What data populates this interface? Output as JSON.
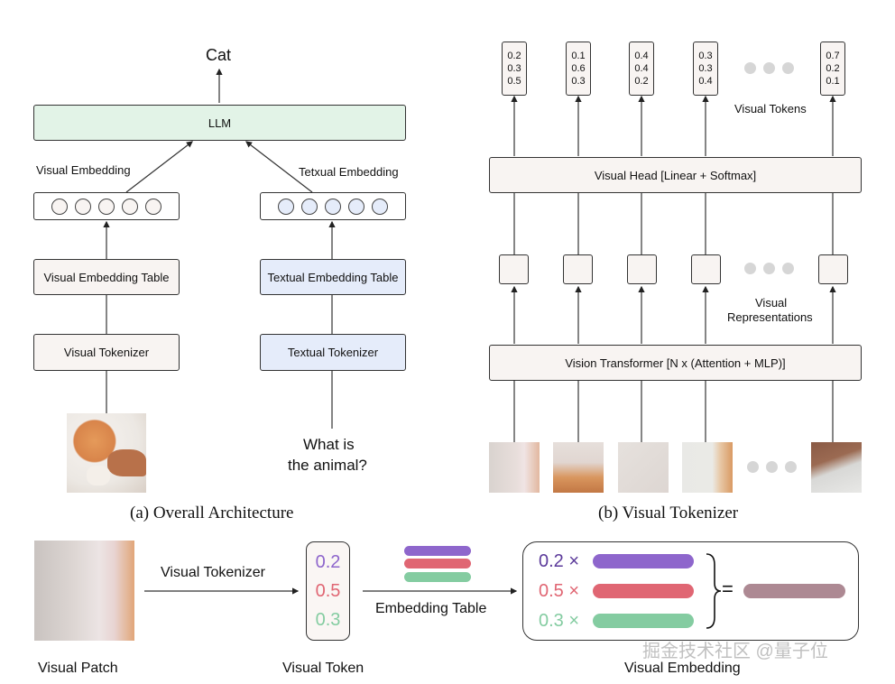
{
  "panel_a": {
    "output_label": "Cat",
    "llm_label": "LLM",
    "visual_embedding_label": "Visual Embedding",
    "textual_embedding_label": "Tetxual Embedding",
    "visual_embedding_table": "Visual Embedding Table",
    "textual_embedding_table": "Textual Embedding Table",
    "visual_tokenizer": "Visual Tokenizer",
    "textual_tokenizer": "Textual Tokenizer",
    "question_line1": "What is",
    "question_line2": "the animal?",
    "caption": "(a) Overall Architecture",
    "image_name": "cat-photo"
  },
  "panel_b": {
    "visual_tokens": [
      [
        "0.2",
        "0.3",
        "0.5"
      ],
      [
        "0.1",
        "0.6",
        "0.3"
      ],
      [
        "0.4",
        "0.4",
        "0.2"
      ],
      [
        "0.3",
        "0.3",
        "0.4"
      ],
      [
        "0.7",
        "0.2",
        "0.1"
      ]
    ],
    "visual_tokens_label": "Visual Tokens",
    "visual_head": "Visual Head [Linear + Softmax]",
    "visual_representations_line1": "Visual",
    "visual_representations_line2": "Representations",
    "vision_transformer": "Vision Transformer [N x (Attention + MLP)]",
    "caption": "(b) Visual Tokenizer"
  },
  "panel_c": {
    "visual_patch_label": "Visual Patch",
    "tokenizer_arrow_label": "Visual Tokenizer",
    "token_values": [
      "0.2",
      "0.5",
      "0.3"
    ],
    "visual_token_label": "Visual Token",
    "embedding_table_label": "Embedding Table",
    "weighted_terms": [
      "0.2 ×",
      "0.5 ×",
      "0.3 ×"
    ],
    "equals": "=",
    "visual_embedding_label": "Visual Embedding",
    "colors": {
      "purple": "#8e66cc",
      "red": "#e06673",
      "green": "#84cca1",
      "mixed": "#ad8993",
      "purple_text": "#5b3a9a"
    }
  },
  "watermark": "掘金技术社区 @量子位"
}
